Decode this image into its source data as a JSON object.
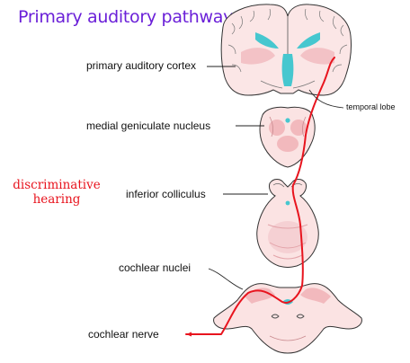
{
  "title": "Primary auditory pathway",
  "side_note": [
    "discriminative",
    "hearing"
  ],
  "labels": {
    "cortex": "primary auditory cortex",
    "temporal": "temporal lobe",
    "mgn": "medial geniculate nucleus",
    "ic": "inferior colliculus",
    "cn": "cochlear nuclei",
    "nerve": "cochlear nerve"
  },
  "colors": {
    "title": "#6a1fd8",
    "side_note": "#e8141e",
    "pathway": "#e8141e",
    "tissue": "#fbe3e3",
    "tissue_dark": "#f2b9bd",
    "ventricle": "#46c7cf"
  }
}
